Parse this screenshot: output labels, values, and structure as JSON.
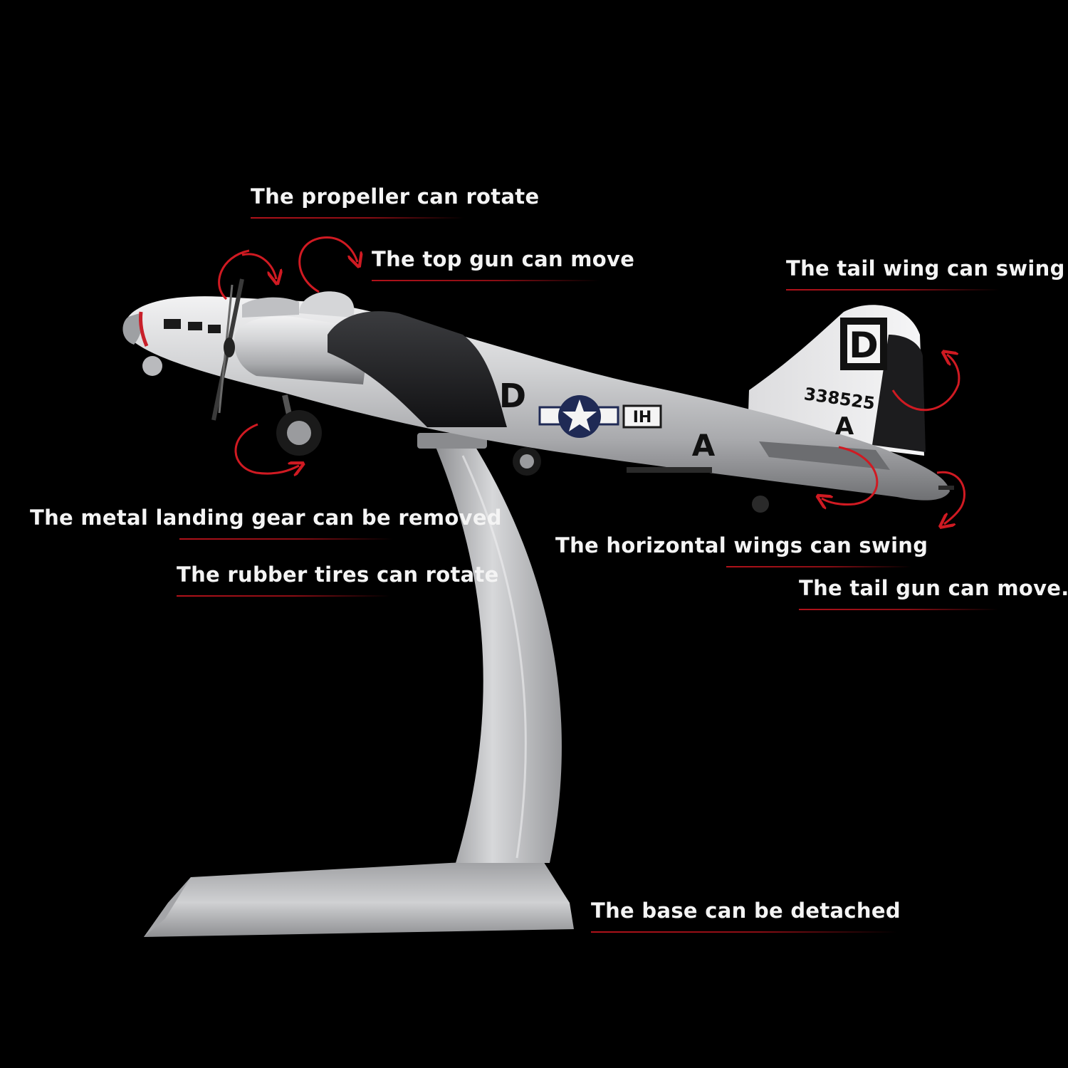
{
  "callouts": {
    "propeller": "The propeller can rotate",
    "top_gun": "The top gun can move",
    "tail_wing": "The tail wing can swing",
    "landing_gear": "The metal landing gear can be removed",
    "rubber_tires": "The rubber tires can rotate",
    "horizontal_wings": "The horizontal wings can swing",
    "tail_gun": "The tail gun can move.",
    "base": "The base can be detached"
  },
  "aircraft_markings": {
    "tail_letter": "D",
    "serial": "338525",
    "tail_sub_letter": "A",
    "fuselage_letter_1": "D",
    "fuselage_letter_2": "A",
    "fuselage_code": "IH"
  },
  "colors": {
    "background": "#000000",
    "text": "#f4f4f4",
    "accent_red": "#d01a22",
    "metal": "#c9c9cb",
    "stand": "#bdbdbf",
    "wing_dark": "#1e1e20"
  }
}
